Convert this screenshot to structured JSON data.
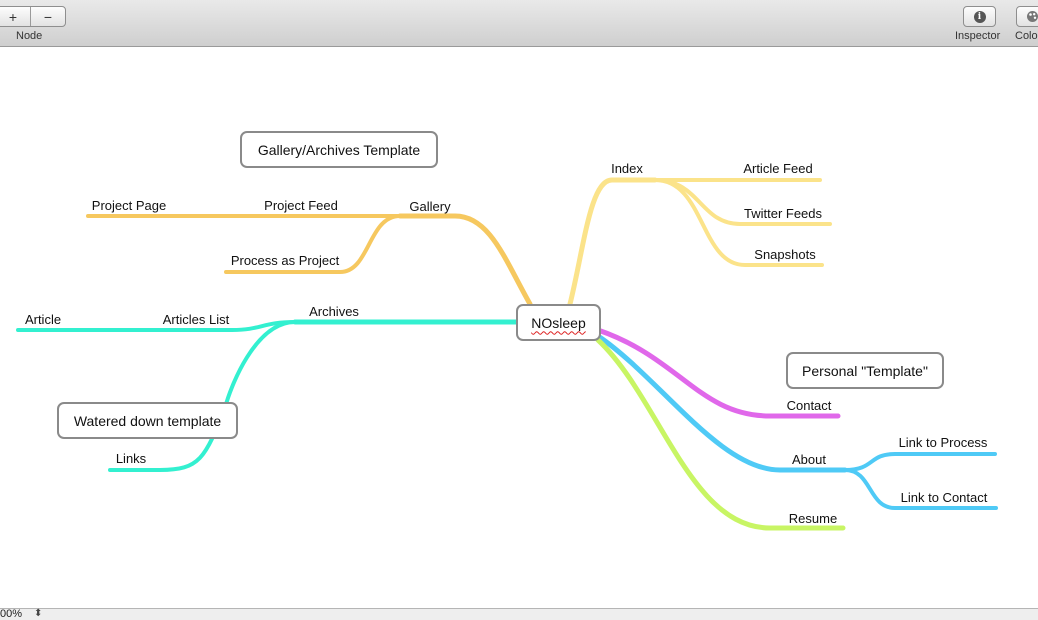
{
  "toolbar": {
    "node_add_symbol": "+",
    "node_remove_symbol": "−",
    "node_label": "Node",
    "inspector_label": "Inspector",
    "colors_label": "Colo"
  },
  "map": {
    "root": "NOsleep",
    "branch_colors": {
      "gallery": "#f6c85f",
      "archives": "#33f0d0",
      "index": "#fbe38a",
      "contact": "#e068ea",
      "about": "#4fcaf6",
      "resume": "#c8f564"
    },
    "boxes": {
      "gallery_archives_template": "Gallery/Archives Template",
      "watered_down_template": "Watered down template",
      "personal_template": "Personal \"Template\""
    },
    "nodes": {
      "gallery": "Gallery",
      "project_feed": "Project Feed",
      "project_page": "Project Page",
      "process_as_project": "Process as Project",
      "archives": "Archives",
      "articles_list": "Articles List",
      "article": "Article",
      "links": "Links",
      "index": "Index",
      "article_feed": "Article Feed",
      "twitter_feeds": "Twitter Feeds",
      "snapshots": "Snapshots",
      "contact": "Contact",
      "about": "About",
      "link_to_process": "Link to Process",
      "link_to_contact": "Link to Contact",
      "resume": "Resume"
    }
  },
  "statusbar": {
    "zoom": "00%",
    "zoom_stepper": "⬍"
  }
}
